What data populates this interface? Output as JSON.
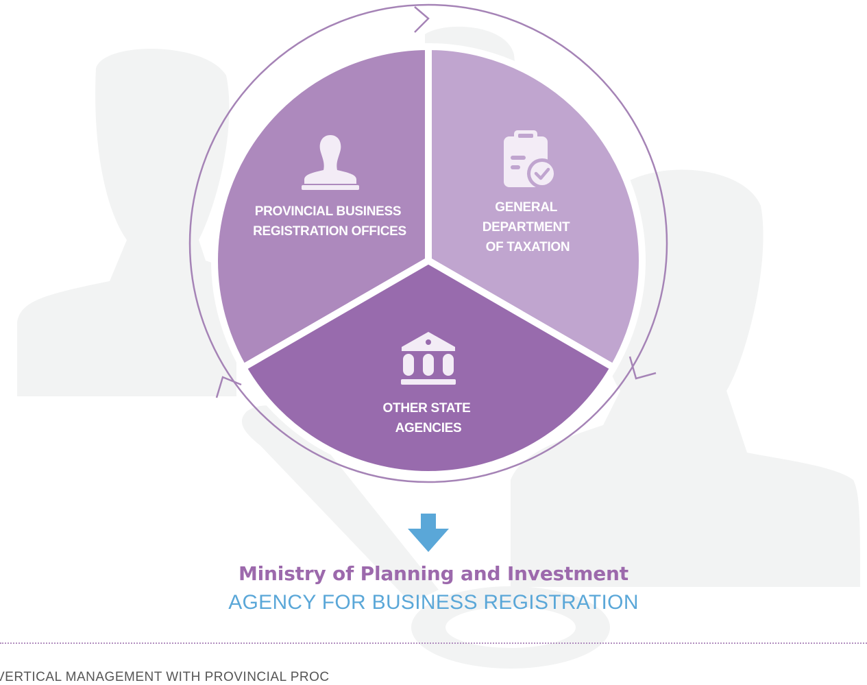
{
  "diagram": {
    "segments": [
      {
        "id": "provincial",
        "lines": [
          "PROVINCIAL BUSINESS",
          "REGISTRATION OFFICES"
        ],
        "icon": "stamp-icon",
        "color": "#ad89bd"
      },
      {
        "id": "taxation",
        "lines": [
          "GENERAL",
          "DEPARTMENT",
          "OF TAXATION"
        ],
        "icon": "clipboard-check-icon",
        "color": "#c0a5cf"
      },
      {
        "id": "other",
        "lines": [
          "OTHER STATE",
          "AGENCIES"
        ],
        "icon": "government-building-icon",
        "color": "#986bad"
      }
    ],
    "ring_color": "#a583b6",
    "arrow_icon": "down-arrow-icon",
    "arrow_color": "#5aa7d8"
  },
  "ministry": {
    "title": "Ministry of Planning and Investment",
    "agency": "AGENCY FOR BUSINESS REGISTRATION"
  },
  "footer": {
    "text": "VERTICAL MANAGEMENT WITH PROVINCIAL PROC"
  }
}
